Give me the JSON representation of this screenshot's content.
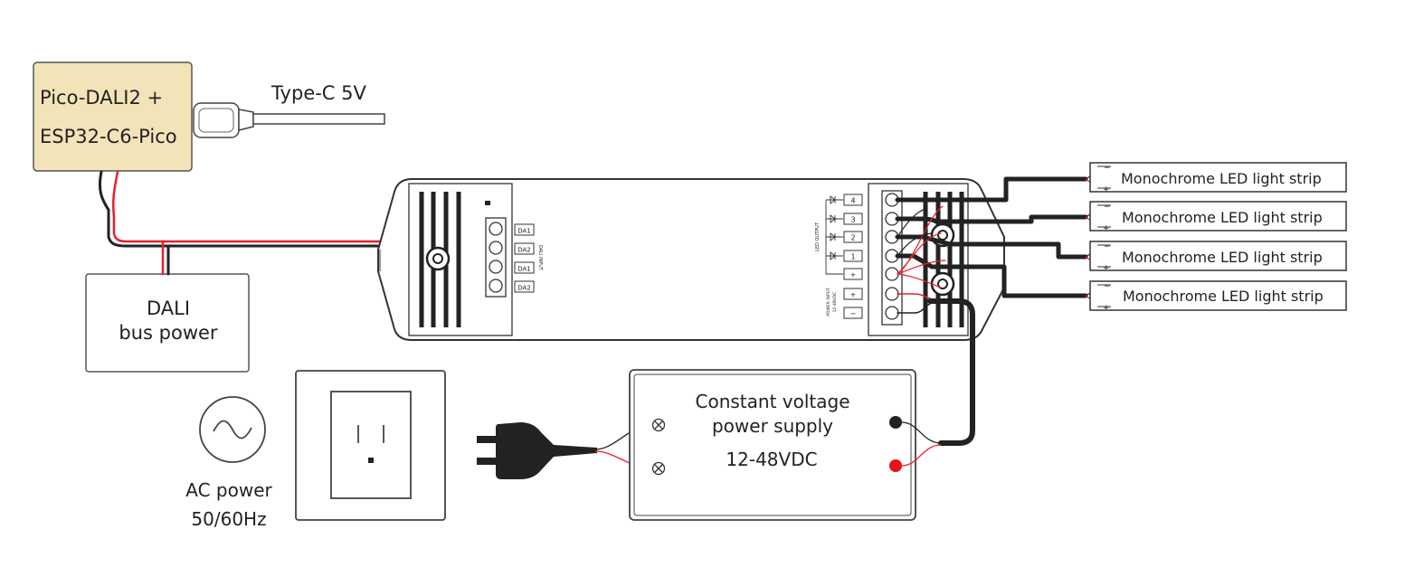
{
  "controller": {
    "line1": "Pico-DALI2  +",
    "line2": "ESP32-C6-Pico"
  },
  "usb": {
    "label": "Type-C 5V"
  },
  "dali_power": {
    "line1": "DALI",
    "line2": "bus power"
  },
  "ac_power": {
    "line1": "AC power",
    "line2": "50/60Hz"
  },
  "psu": {
    "line1": "Constant voltage",
    "line2": "power supply",
    "line3": "12-48VDC"
  },
  "driver": {
    "dali_terminals": [
      "DA1",
      "DA2",
      "DA1",
      "DA2"
    ],
    "dali_input_label": "DALI INPUT",
    "led_output_label": "LED OUTPUT",
    "power_input_label": "POWER INPUT",
    "power_input_sub": "12-48VDC",
    "output_terminals": [
      "4",
      "3",
      "2",
      "1",
      "+"
    ],
    "power_terminals": [
      "+",
      "−"
    ]
  },
  "strips": [
    {
      "label": "Monochrome LED light strip"
    },
    {
      "label": "Monochrome LED light strip"
    },
    {
      "label": "Monochrome LED light strip"
    },
    {
      "label": "Monochrome LED light strip"
    }
  ],
  "colors": {
    "controller_fill": "#f2e3b8",
    "wire_red": "#e8202a",
    "wire_black": "#222222",
    "outline": "#333333"
  }
}
